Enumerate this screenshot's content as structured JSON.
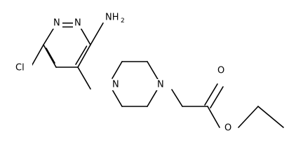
{
  "molecule": {
    "atom_labels": {
      "amino": "NH",
      "amino_subscript": "2",
      "ring_n_upper": "N",
      "ring_n_lower": "N",
      "chlorine": "Cl",
      "piperazine_n_left": "N",
      "piperazine_n_right": "N",
      "ester_carbonyl_o": "O",
      "ester_ether_o": "O"
    }
  }
}
